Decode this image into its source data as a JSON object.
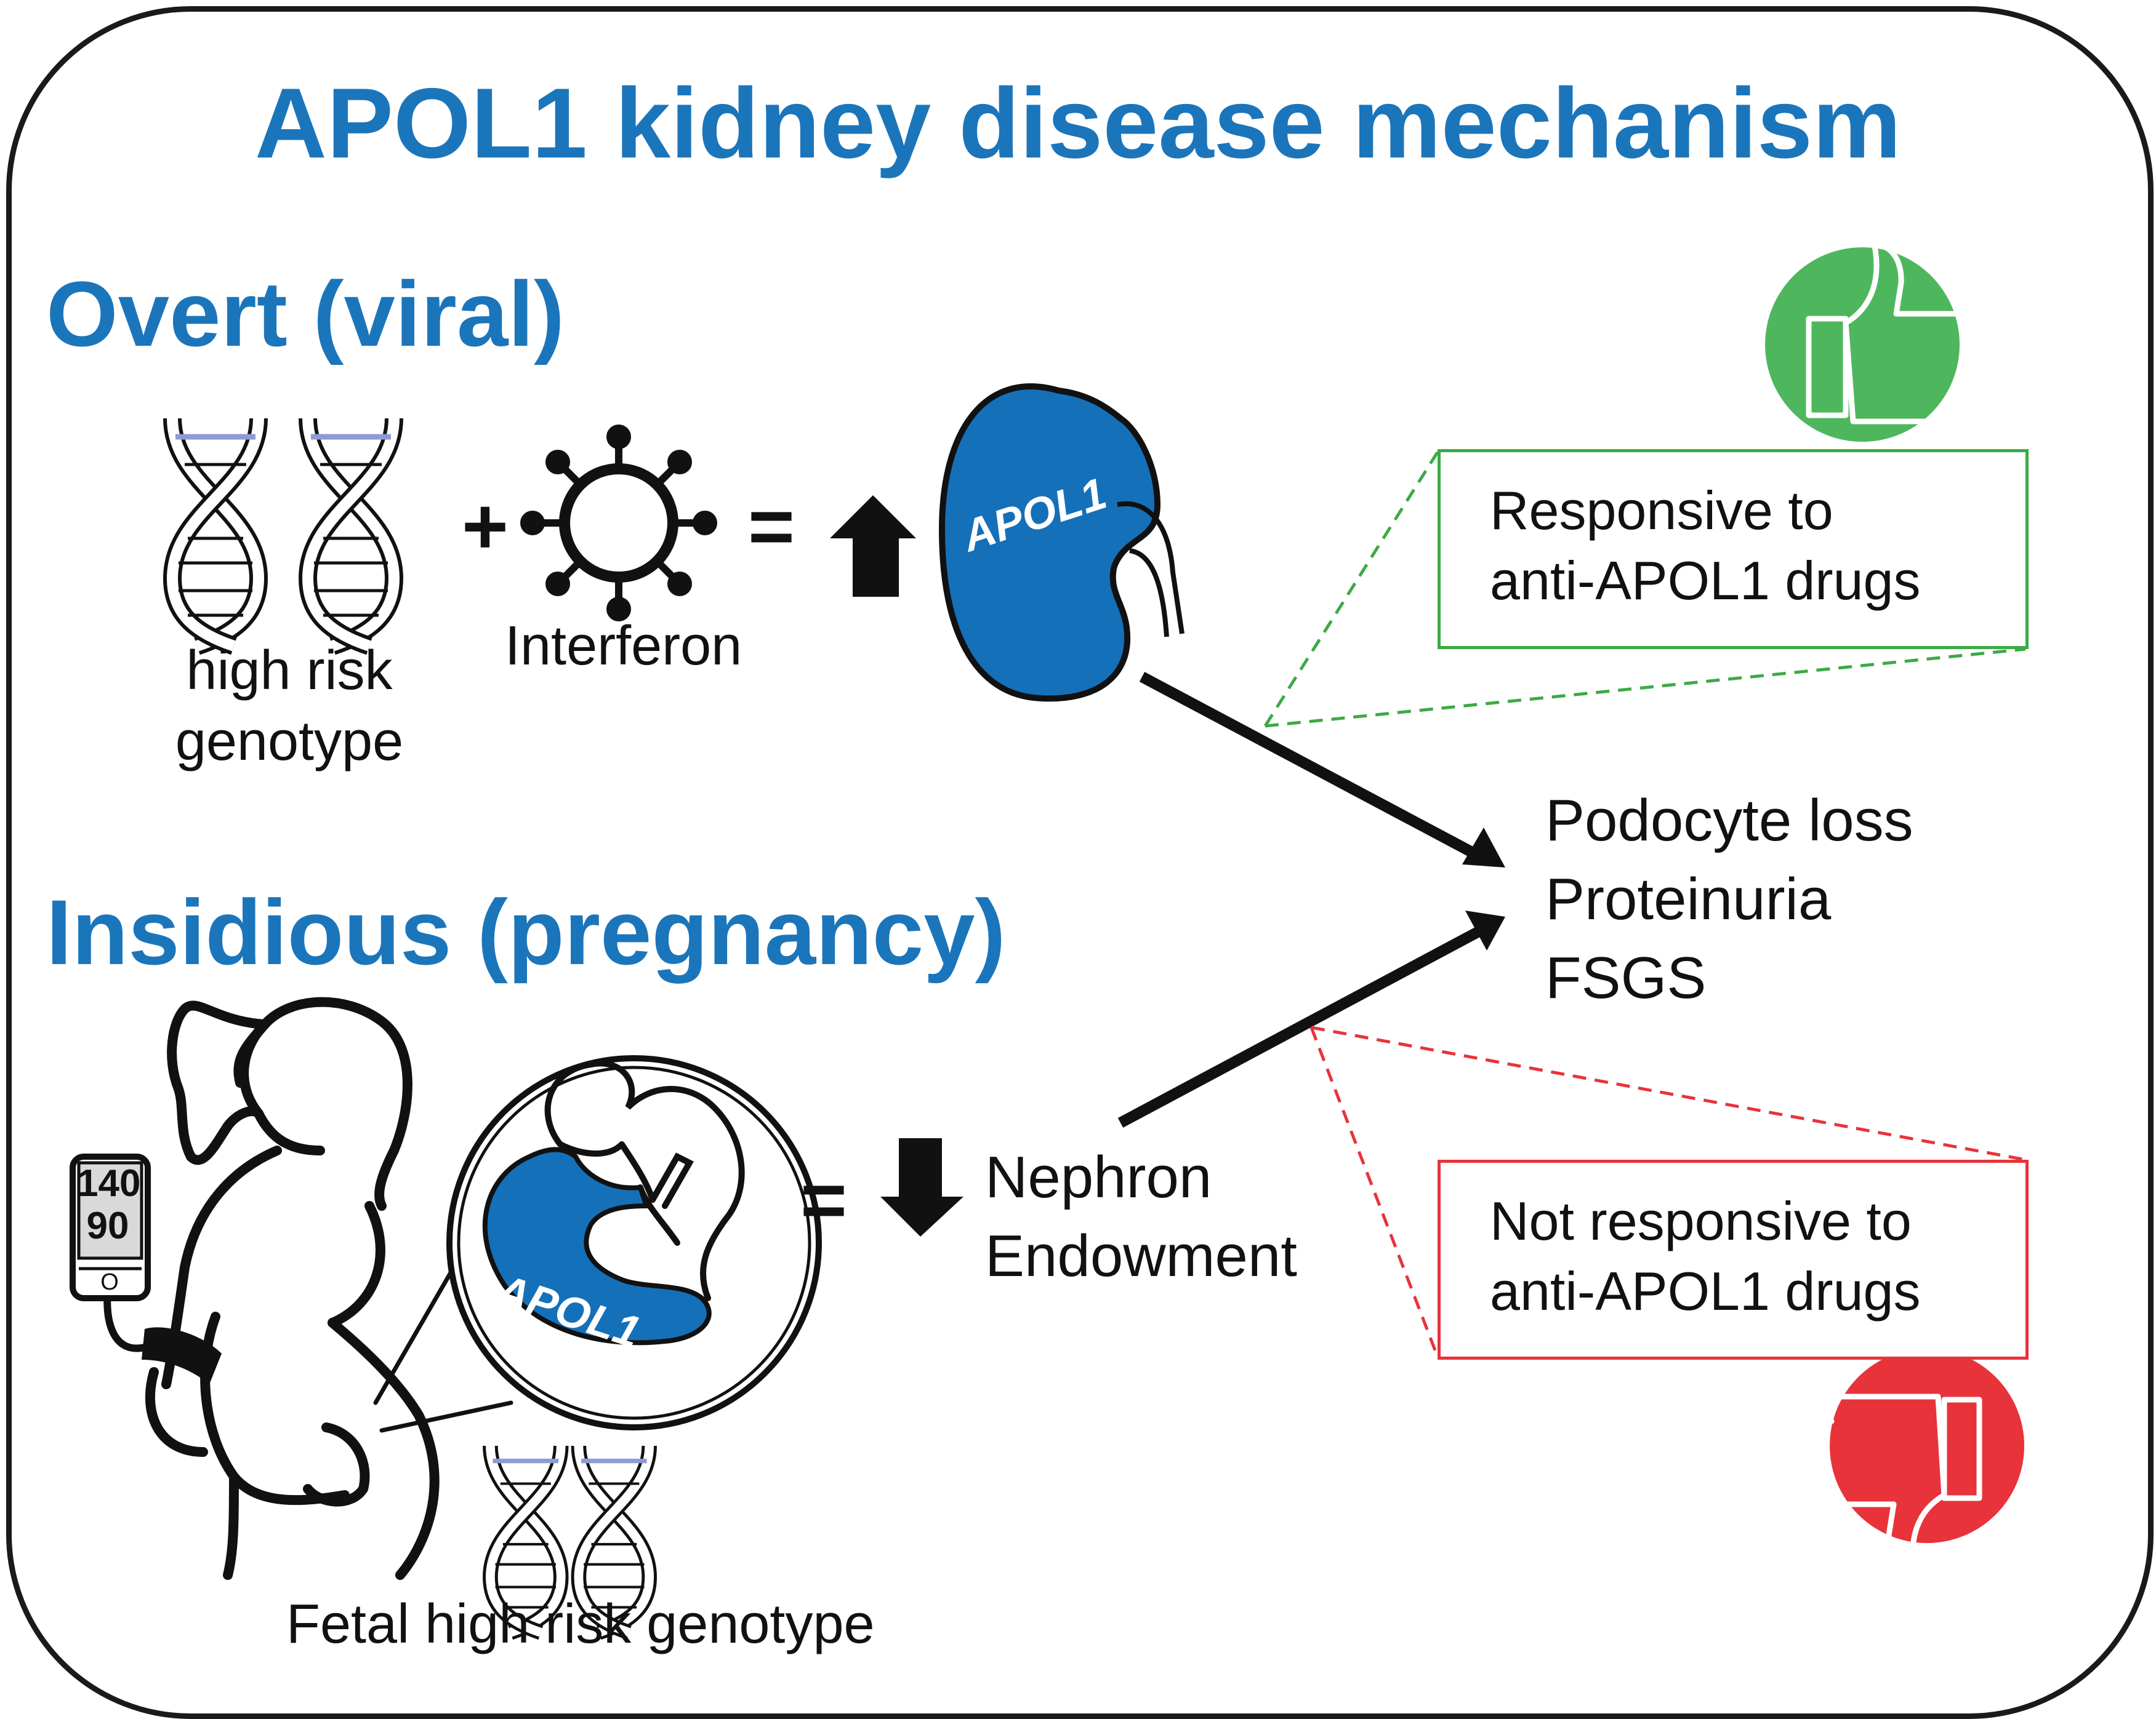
{
  "title": "APOL1 kidney disease mechanism",
  "overt": {
    "heading": "Overt (viral)",
    "genotype_label": [
      "high risk",
      "genotype"
    ],
    "plus": "+",
    "interferon_label": "Interferon",
    "equals": "=",
    "kidney_label": "APOL1"
  },
  "insidious": {
    "heading": "Insidious (pregnancy)",
    "bp_systolic": "140",
    "bp_diastolic": "90",
    "bp_button": "O",
    "kidney_label": "APOL1",
    "equals": "=",
    "nephron_label": [
      "Nephron",
      "Endowment"
    ],
    "fetal_label": "Fetal high risk genotype"
  },
  "outcomes": [
    "Podocyte loss",
    "Proteinuria",
    "FSGS"
  ],
  "responsive_box": [
    "Responsive to",
    "anti-APOL1 drugs"
  ],
  "not_responsive_box": [
    "Not responsive to",
    "anti-APOL1 drugs"
  ],
  "icons": {
    "thumbs_up": "thumbs-up-icon",
    "thumbs_down": "thumbs-down-icon",
    "dna": "dna-icon",
    "virus": "virus-icon",
    "kidney": "kidney-icon",
    "pregnant_woman": "pregnant-woman-icon",
    "blood_pressure_monitor": "blood-pressure-monitor-icon"
  },
  "colors": {
    "title_blue": "#1B75BB",
    "kidney_blue": "#1570BA",
    "green": "#4EB75D",
    "green_box": "#3CAA46",
    "red": "#E8333B",
    "dna_rung": "#8E9BD3"
  }
}
